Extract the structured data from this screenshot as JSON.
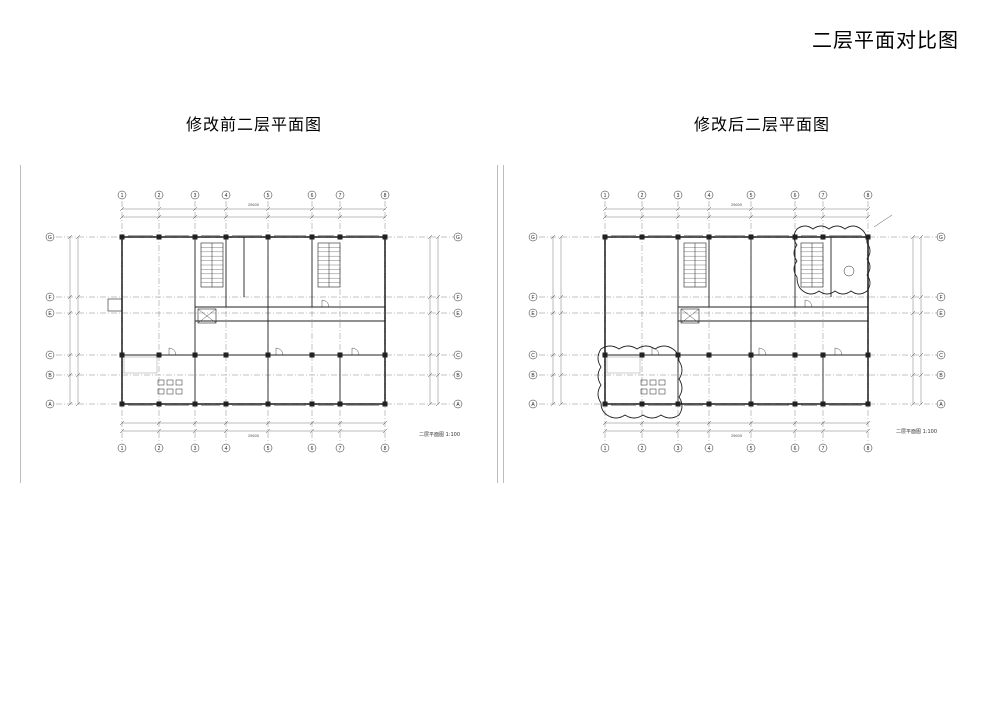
{
  "page": {
    "title": "二层平面对比图"
  },
  "plans": {
    "before": {
      "title": "修改前二层平面图",
      "caption": "二层平面图",
      "scale": "1:100",
      "grid_columns": [
        "1",
        "2",
        "3",
        "4",
        "5",
        "6",
        "7",
        "8"
      ],
      "grid_rows": [
        "G",
        "F",
        "E",
        "C",
        "B",
        "A"
      ],
      "total_dimension": "29600"
    },
    "after": {
      "title": "修改后二层平面图",
      "caption": "二层平面图",
      "scale": "1:100",
      "grid_columns": [
        "1",
        "2",
        "3",
        "4",
        "5",
        "6",
        "7",
        "8"
      ],
      "grid_rows": [
        "G",
        "F",
        "E",
        "C",
        "B",
        "A"
      ],
      "total_dimension": "29600"
    }
  },
  "colors": {
    "line": "#222222",
    "dim": "#555555",
    "divider": "#bdbdbd"
  }
}
